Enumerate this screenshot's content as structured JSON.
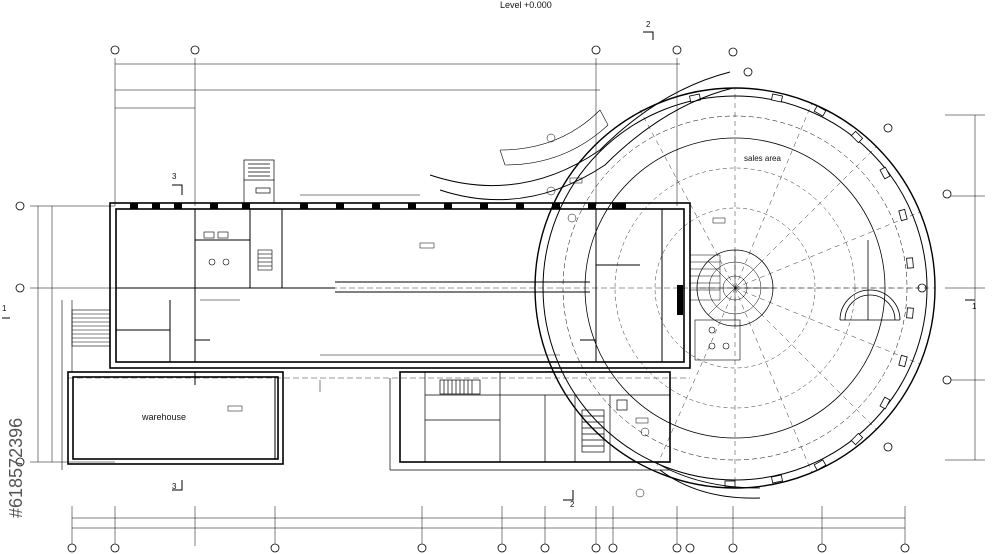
{
  "title": "Level +0.000",
  "rooms": {
    "warehouse": "warehouse",
    "sales_area": "sales area"
  },
  "section_marks": {
    "top_left": "3",
    "bottom_left": "3",
    "top_right": "2",
    "bottom_right": "2",
    "right_side": "1",
    "left_side": "1"
  },
  "watermark": {
    "credit": "#618572396"
  },
  "drawing": {
    "line_color": "#000000",
    "background": "#ffffff"
  }
}
